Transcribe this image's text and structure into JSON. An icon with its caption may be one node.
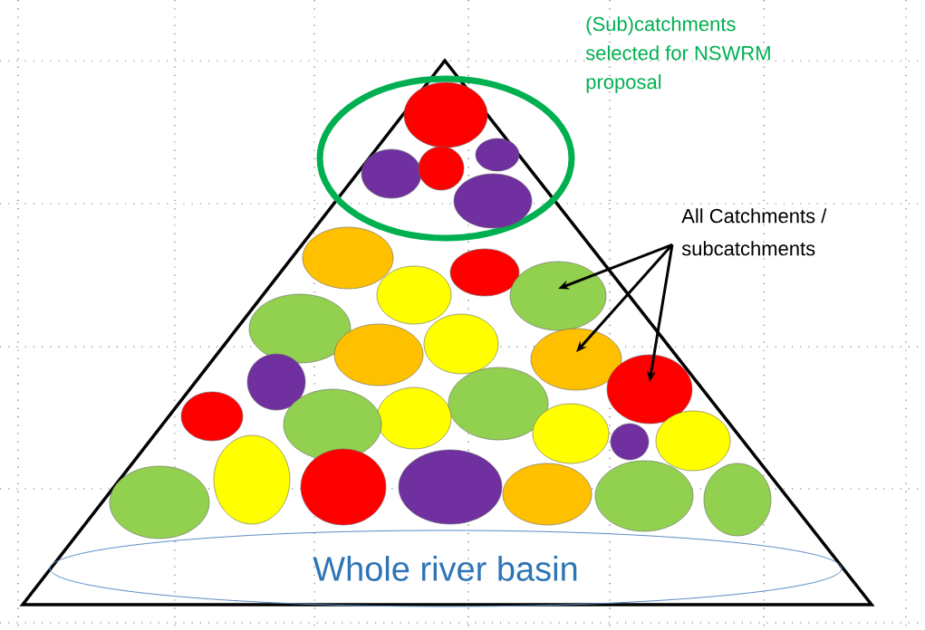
{
  "diagram": {
    "nodes": [
      {
        "text": [],
        "shape": "circle",
        "beside": [
          "(Sub)catchments selected for NSWRM proposal"
        ]
      },
      {
        "text": [],
        "shape": "circle",
        "in": 0
      },
      {
        "text": [],
        "shape": "circle",
        "in": 0
      },
      {
        "text": [],
        "shape": "circle",
        "in": 0
      },
      {
        "text": [],
        "shape": "circle",
        "in": 0
      },
      {
        "text": [],
        "shape": "circle",
        "in": 0
      },
      {
        "text": [
          "All Catchments / subcatchments"
        ]
      },
      {
        "text": [],
        "shape": "circle"
      },
      {
        "text": [],
        "shape": "circle"
      },
      {
        "text": [],
        "shape": "circle"
      },
      {
        "text": [],
        "shape": "circle"
      },
      {
        "text": [],
        "shape": "circle"
      },
      {
        "text": [],
        "shape": "circle"
      },
      {
        "text": [],
        "shape": "circle"
      },
      {
        "text": [],
        "shape": "circle"
      },
      {
        "text": [],
        "shape": "circle"
      },
      {
        "text": [],
        "shape": "circle"
      },
      {
        "text": [],
        "shape": "circle"
      },
      {
        "text": [],
        "shape": "circle"
      },
      {
        "text": [],
        "shape": "circle"
      },
      {
        "text": [],
        "shape": "circle"
      },
      {
        "text": [],
        "shape": "circle"
      },
      {
        "text": [],
        "shape": "circle"
      },
      {
        "text": [],
        "shape": "circle"
      },
      {
        "text": [],
        "shape": "circle"
      },
      {
        "text": [],
        "shape": "circle"
      },
      {
        "text": [],
        "shape": "circle"
      },
      {
        "text": [],
        "shape": "circle"
      },
      {
        "text": [],
        "shape": "circle"
      },
      {
        "text": [],
        "shape": "circle"
      },
      {
        "text": [],
        "shape": "circle"
      },
      {
        "text": [
          "Whole river basin"
        ]
      }
    ],
    "edges": [
      {
        "from": 6,
        "to": 10,
        "arrow": "to"
      },
      {
        "from": 6,
        "to": 14,
        "arrow": "to"
      },
      {
        "from": 6,
        "to": 16,
        "arrow": "to"
      }
    ]
  }
}
